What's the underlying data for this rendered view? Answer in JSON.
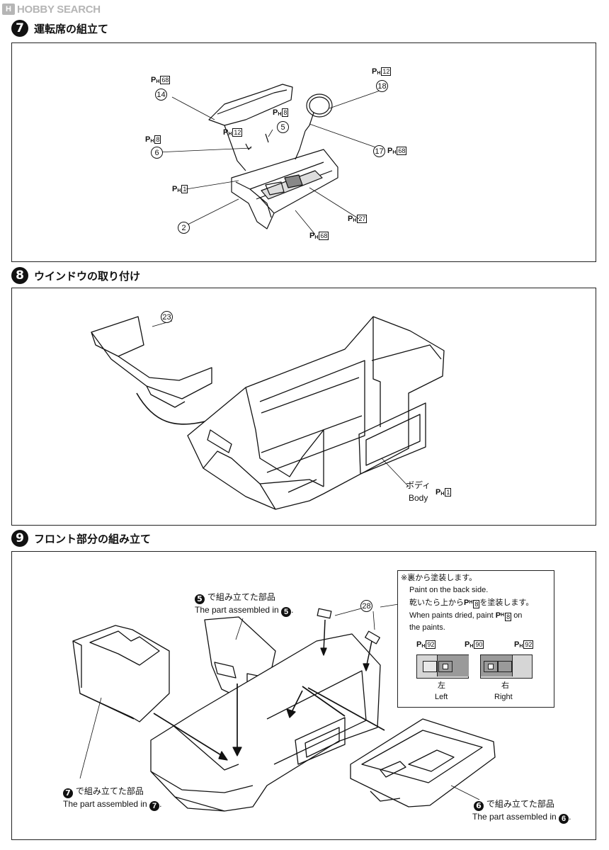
{
  "logo": {
    "mark": "H",
    "text": "HOBBY SEARCH"
  },
  "steps": [
    {
      "number": "7",
      "title": "運転席の組立て",
      "callouts": {
        "p14": "14",
        "p18": "18",
        "p5": "5",
        "p6": "6",
        "p17": "17",
        "p2": "2",
        "ph68a": "68",
        "ph12a": "12",
        "ph8a": "8",
        "ph12b": "12",
        "ph8b": "8",
        "ph68b": "68",
        "ph1": "1",
        "ph27": "27",
        "ph68c": "68"
      }
    },
    {
      "number": "8",
      "title": "ウインドウの取り付け",
      "callouts": {
        "p23": "23",
        "body_jp": "ボディ",
        "body_en": "Body",
        "ph1": "1"
      }
    },
    {
      "number": "9",
      "title": "フロント部分の組み立て",
      "callouts": {
        "p28": "28",
        "assy5_jp": "で組み立てた部品",
        "assy5_en": "The part assembled in",
        "assy5_ref": "5",
        "assy7_jp": "で組み立てた部品",
        "assy7_en": "The part assembled in",
        "assy7_ref": "7",
        "assy6_jp": "で組み立てた部品",
        "assy6_en": "The part assembled in",
        "assy6_ref": "6"
      },
      "note": {
        "line1": "※裏から塗装します。",
        "line2": "Paint on the back side.",
        "line3a": "乾いたら上から",
        "line3_ph": "8",
        "line3b": "を塗装します。",
        "line4a": "When paints dried, paint",
        "line4_ph": "8",
        "line4b": "on",
        "line5": "the paints.",
        "left_ph": "92",
        "mid_ph": "90",
        "right_ph": "92",
        "left_jp": "左",
        "left_en": "Left",
        "right_jp": "右",
        "right_en": "Right"
      }
    }
  ],
  "ph_prefix": {
    "p": "P",
    "h": "H"
  },
  "colors": {
    "ink": "#111111",
    "light_gray": "#d6d6d6",
    "mid_gray": "#9a9a9a",
    "logo_gray": "#b5b5b5"
  }
}
